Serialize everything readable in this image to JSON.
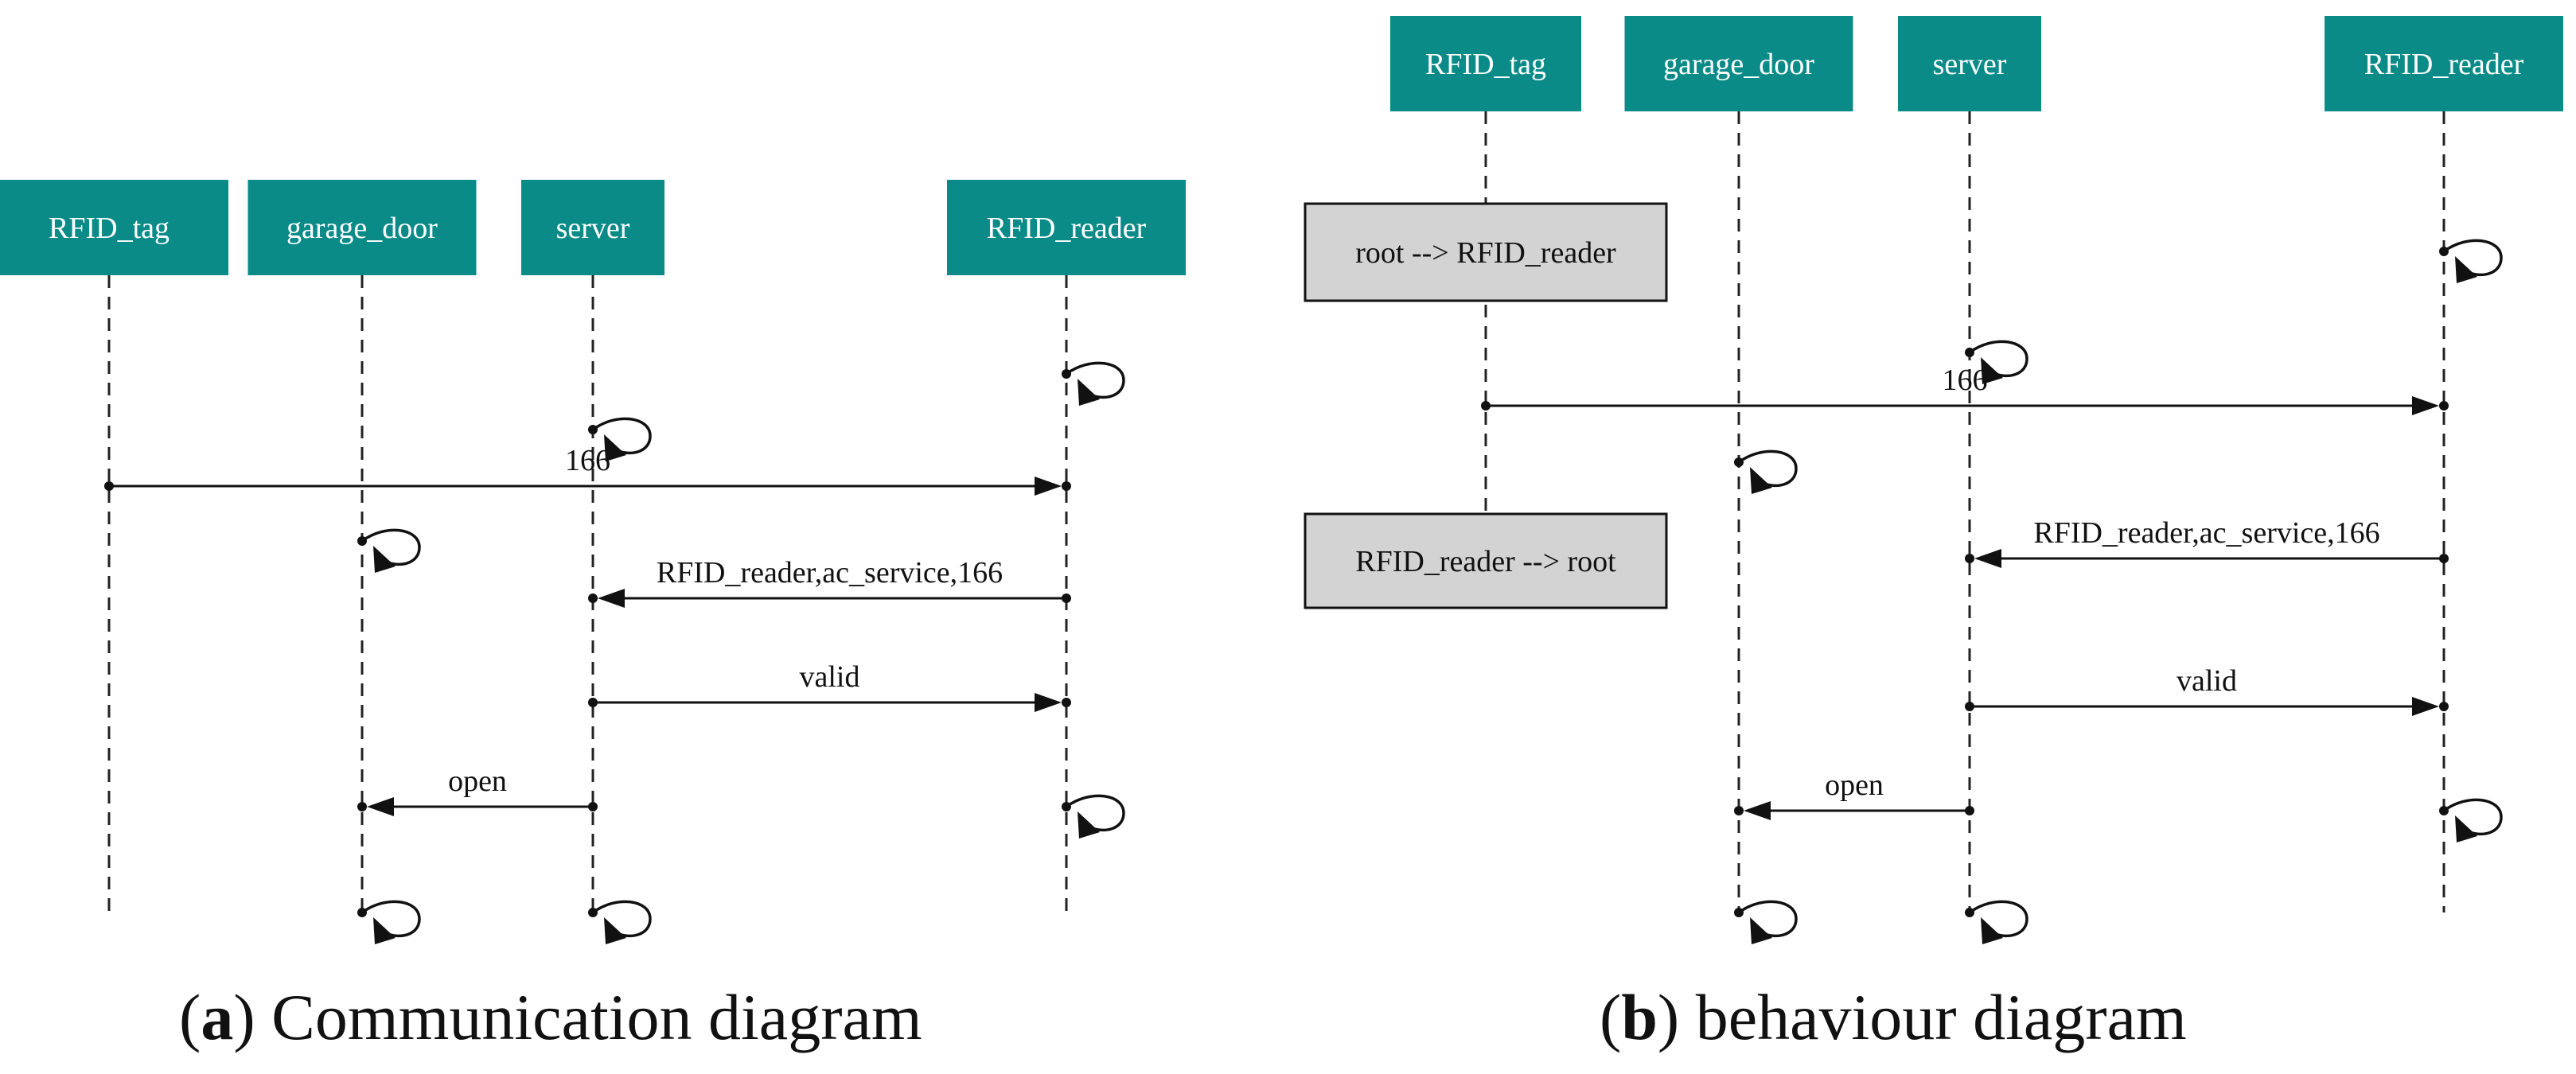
{
  "panels": [
    {
      "caption": {
        "tag": "a",
        "text": "Communication diagram"
      },
      "actors": [
        "RFID_tag",
        "garage_door",
        "server",
        "RFID_reader"
      ],
      "self_loops": [
        {
          "actor": 3,
          "step": 0
        },
        {
          "actor": 2,
          "step": 1
        },
        {
          "actor": 1,
          "step": 3
        },
        {
          "actor": 3,
          "step": 6
        },
        {
          "actor": 1,
          "step": 7
        },
        {
          "actor": 2,
          "step": 7
        }
      ],
      "messages": [
        {
          "from": 0,
          "to": 3,
          "label": "166",
          "step": 2
        },
        {
          "from": 3,
          "to": 2,
          "label": "RFID_reader,ac_service,166",
          "step": 4
        },
        {
          "from": 2,
          "to": 3,
          "label": "valid",
          "step": 5
        },
        {
          "from": 2,
          "to": 1,
          "label": "open",
          "step": 6
        }
      ],
      "notes": []
    },
    {
      "caption": {
        "tag": "b",
        "text": "behaviour diagram"
      },
      "actors": [
        "RFID_tag",
        "garage_door",
        "server",
        "RFID_reader"
      ],
      "self_loops": [
        {
          "actor": 3,
          "step": 0
        },
        {
          "actor": 2,
          "step": 1
        },
        {
          "actor": 1,
          "step": 3
        },
        {
          "actor": 3,
          "step": 6
        },
        {
          "actor": 1,
          "step": 7
        },
        {
          "actor": 2,
          "step": 7
        }
      ],
      "messages": [
        {
          "from": 0,
          "to": 3,
          "label": "166",
          "step": 2
        },
        {
          "from": 3,
          "to": 2,
          "label": "RFID_reader,ac_service,166",
          "step": 4
        },
        {
          "from": 2,
          "to": 3,
          "label": "valid",
          "step": 5
        },
        {
          "from": 2,
          "to": 1,
          "label": "open",
          "step": 6
        }
      ],
      "notes": [
        {
          "actor": 0,
          "label": "root --> RFID_reader",
          "position": "start"
        },
        {
          "actor": 0,
          "label": "RFID_reader --> root",
          "position": "end"
        }
      ]
    }
  ]
}
